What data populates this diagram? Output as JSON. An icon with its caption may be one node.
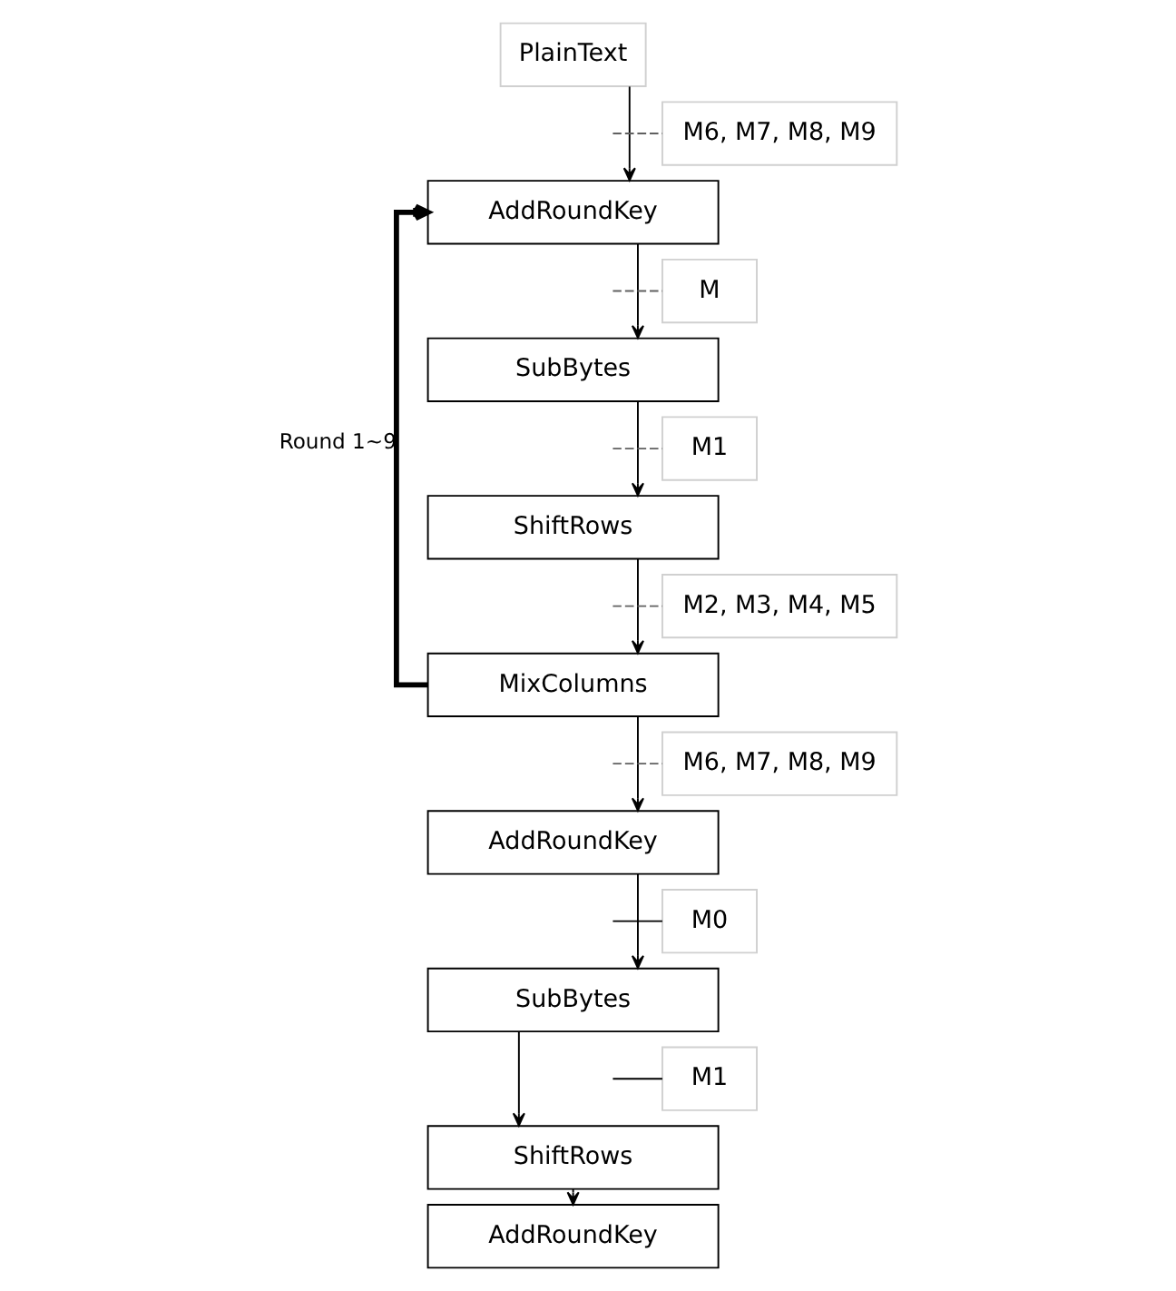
{
  "diagram": {
    "nodes": [
      {
        "text": [
          "PlainText"
        ]
      },
      {
        "text": [
          "M6, M7, M8, M9"
        ]
      },
      {
        "text": [
          "AddRoundKey"
        ]
      },
      {
        "text": [
          "M"
        ]
      },
      {
        "text": [
          "SubBytes"
        ]
      },
      {
        "text": [
          "M1"
        ]
      },
      {
        "text": [
          "ShiftRows"
        ]
      },
      {
        "text": [
          "M2, M3, M4, M5"
        ]
      },
      {
        "text": [
          "MixColumns"
        ]
      },
      {
        "text": [
          "M6, M7, M8, M9"
        ]
      },
      {
        "text": [
          "AddRoundKey"
        ]
      },
      {
        "text": [
          "M0"
        ]
      },
      {
        "text": [
          "SubBytes"
        ]
      },
      {
        "text": [
          "M1"
        ]
      },
      {
        "text": [
          "ShiftRows"
        ]
      },
      {
        "text": [
          "AddRoundKey"
        ]
      }
    ],
    "edges": [
      {
        "from": 0,
        "to": 2,
        "arrow": "to"
      },
      {
        "from": 1,
        "to": null,
        "arrow": "none",
        "style": "dashed",
        "color": "#606060"
      },
      {
        "from": 2,
        "to": 4,
        "arrow": "to"
      },
      {
        "from": 3,
        "to": null,
        "arrow": "none",
        "style": "dashed",
        "color": "#606060"
      },
      {
        "from": 4,
        "to": 6,
        "arrow": "to"
      },
      {
        "from": 5,
        "to": null,
        "arrow": "none",
        "style": "dashed",
        "color": "#606060"
      },
      {
        "from": 6,
        "to": 8,
        "arrow": "to"
      },
      {
        "from": 7,
        "to": null,
        "arrow": "none",
        "style": "dashed",
        "color": "#606060"
      },
      {
        "from": 8,
        "to": 10,
        "arrow": "to"
      },
      {
        "from": 9,
        "to": null,
        "arrow": "none",
        "style": "dashed",
        "color": "#606060"
      },
      {
        "from": 8,
        "to": 2,
        "arrow": "to",
        "style": "thick",
        "label": "Round 1~9"
      },
      {
        "from": 10,
        "to": 12,
        "arrow": "to"
      },
      {
        "from": 11,
        "to": null,
        "arrow": "none"
      },
      {
        "from": 12,
        "to": 14,
        "arrow": "to"
      },
      {
        "from": 13,
        "to": null,
        "arrow": "none"
      },
      {
        "from": 14,
        "to": 15,
        "arrow": "to"
      }
    ]
  }
}
